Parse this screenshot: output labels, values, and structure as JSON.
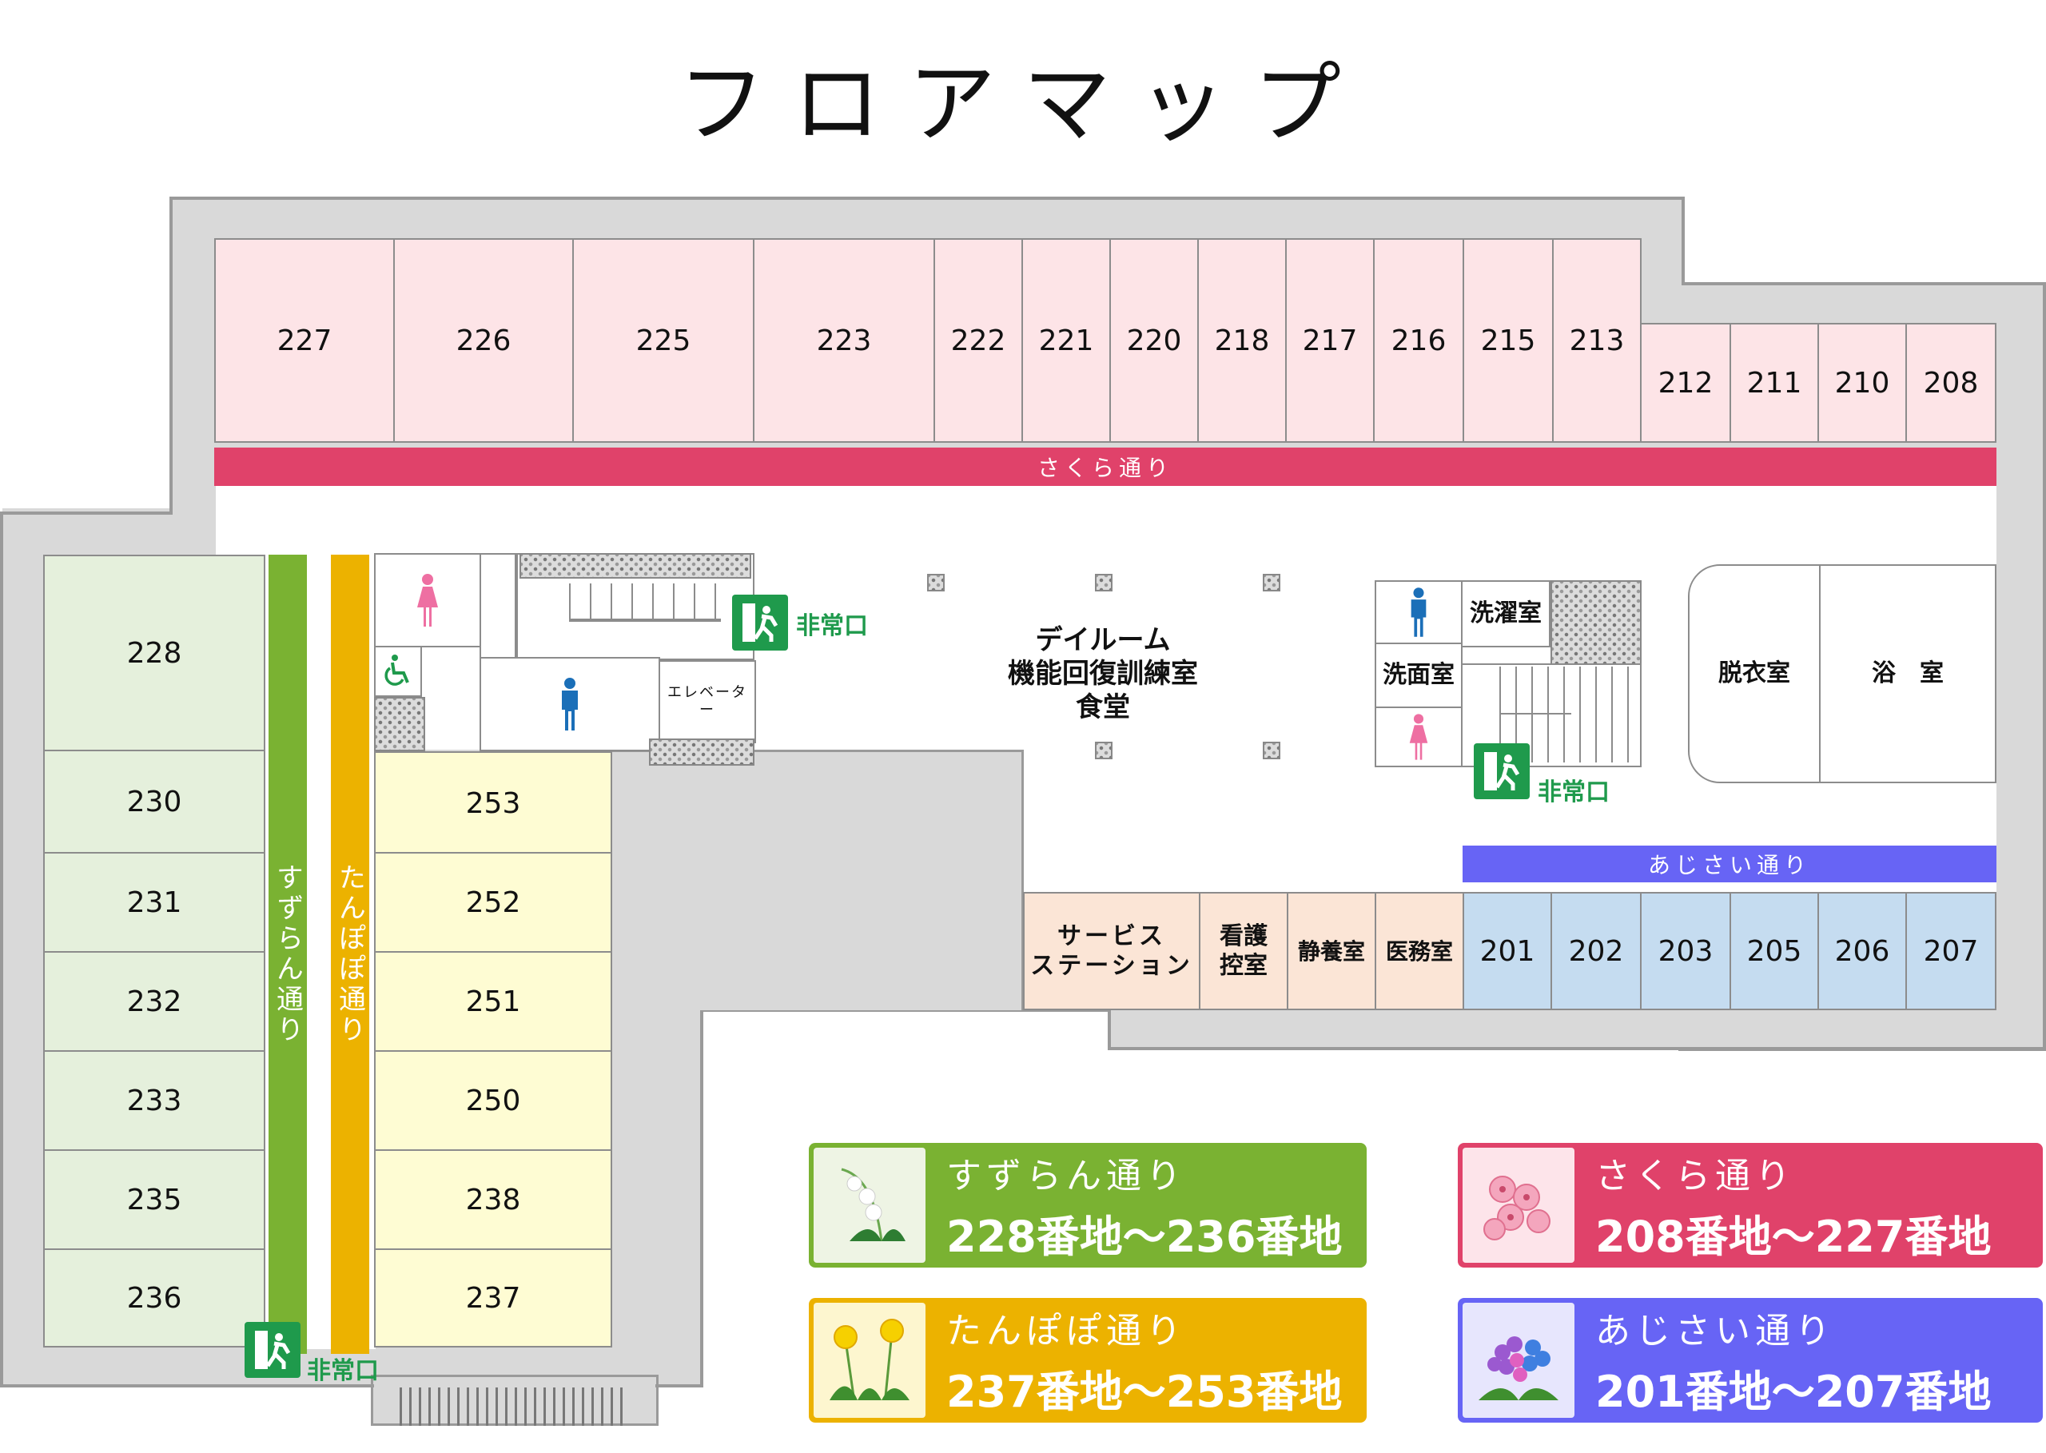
{
  "title": "フロアマップ",
  "streets": {
    "sakura": "さくら通り",
    "suzuran": "すずらん通り",
    "tanpopo": "たんぽぽ通り",
    "ajisai": "あじさい通り"
  },
  "rooms_top": [
    "227",
    "226",
    "225",
    "223",
    "222",
    "221",
    "220",
    "218",
    "217",
    "216",
    "215",
    "213"
  ],
  "rooms_top_right": [
    "212",
    "211",
    "210",
    "208"
  ],
  "rooms_left": [
    "228",
    "230",
    "231",
    "232",
    "233",
    "235",
    "236"
  ],
  "rooms_middle": [
    "253",
    "252",
    "251",
    "250",
    "238",
    "237"
  ],
  "rooms_bottom_right": [
    "201",
    "202",
    "203",
    "205",
    "206",
    "207"
  ],
  "facilities": {
    "dayroom_1": "デイルーム",
    "dayroom_2": "機能回復訓練室",
    "dayroom_3": "食堂",
    "elevator": "エレベーター",
    "laundry": "洗濯室",
    "washroom": "洗面室",
    "dressing": "脱衣室",
    "bath": "浴　室",
    "service_1": "サービス",
    "service_2": "ステーション",
    "nurse_1": "看護",
    "nurse_2": "控室",
    "rest": "静養室",
    "medical": "医務室"
  },
  "exit_label": "非常口",
  "legend": [
    {
      "name": "すずらん通り",
      "range": "228番地～236番地",
      "color": "#7ab232"
    },
    {
      "name": "さくら通り",
      "range": "208番地～227番地",
      "color": "#e0426a"
    },
    {
      "name": "たんぽぽ通り",
      "range": "237番地～253番地",
      "color": "#ecb200"
    },
    {
      "name": "あじさい通り",
      "range": "201番地～207番地",
      "color": "#6764f5"
    }
  ],
  "colors": {
    "sakura": "#e0426a",
    "suzuran": "#7ab232",
    "tanpopo": "#ecb200",
    "ajisai": "#6764f5",
    "exit_green": "#1f9a4c",
    "female_pink": "#ee6fa2",
    "male_blue": "#1b6fb8"
  },
  "icons": [
    "female-restroom-icon",
    "male-restroom-icon",
    "wheelchair-icon",
    "emergency-exit-icon",
    "lily-of-the-valley-icon",
    "cherry-blossom-icon",
    "dandelion-icon",
    "hydrangea-icon"
  ]
}
